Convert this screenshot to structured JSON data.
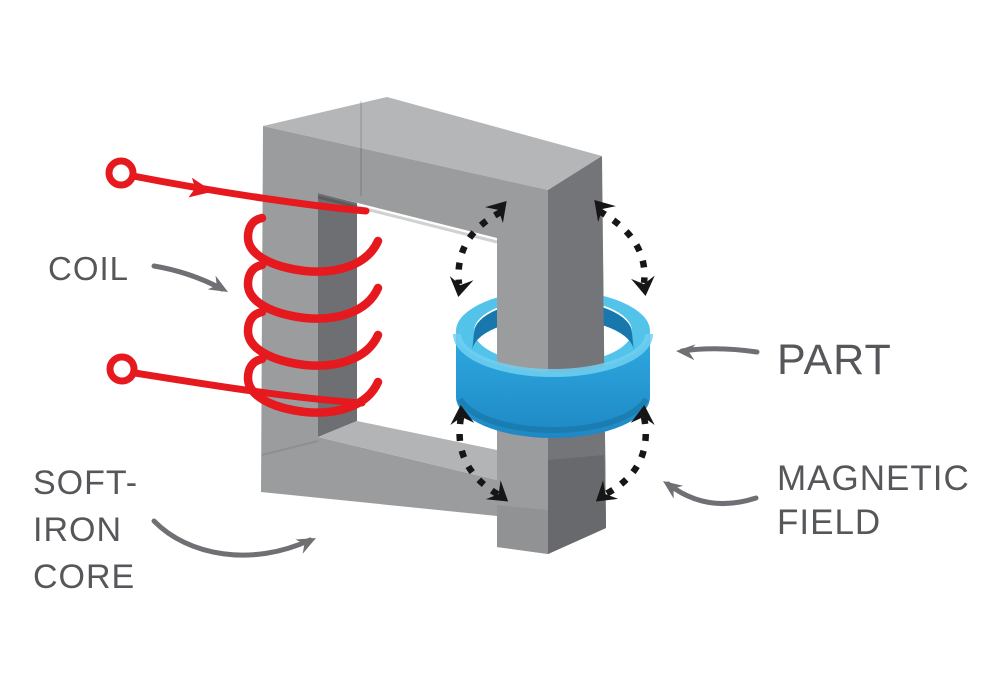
{
  "diagram": {
    "type": "labeled-illustration",
    "subject": "electromagnetic-yoke-magnetization",
    "labels": {
      "coil": "COIL",
      "part": "PART",
      "magnetic_field_line1": "MAGNETIC",
      "magnetic_field_line2": "FIELD",
      "core_line1": "SOFT-",
      "core_line2": "IRON",
      "core_line3": "CORE"
    },
    "colors": {
      "background": "#ffffff",
      "label_text": "#56575a",
      "annotation_arrow": "#6f7074",
      "coil_red": "#e6191f",
      "field_arrow_black": "#161616",
      "core_top": "#b5b6b8",
      "core_front": "#9b9c9e",
      "core_right": "#747579",
      "core_inner_wall": "#6e6f72",
      "core_inner_bottom": "#b3b4b6",
      "ring_top": "#53c3ea",
      "ring_body": "#2fabe1",
      "ring_body_deep": "#1e88c4",
      "ring_inner_shadow": "#1878ad",
      "ring_highlight": "#70d0f1",
      "ring_bottom_shadow": "#16719f"
    }
  }
}
